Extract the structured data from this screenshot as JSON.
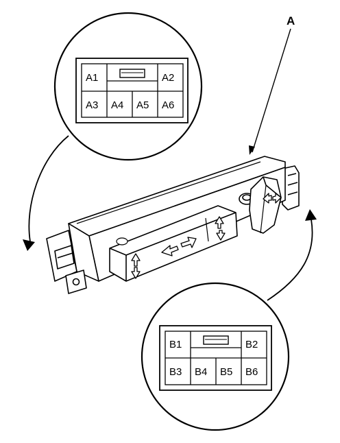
{
  "callout_label": "A",
  "connector_a": {
    "pins": [
      "A1",
      "A2",
      "A3",
      "A4",
      "A5",
      "A6"
    ]
  },
  "connector_b": {
    "pins": [
      "B1",
      "B2",
      "B3",
      "B4",
      "B5",
      "B6"
    ]
  },
  "colors": {
    "line": "#000000",
    "background": "#ffffff"
  }
}
